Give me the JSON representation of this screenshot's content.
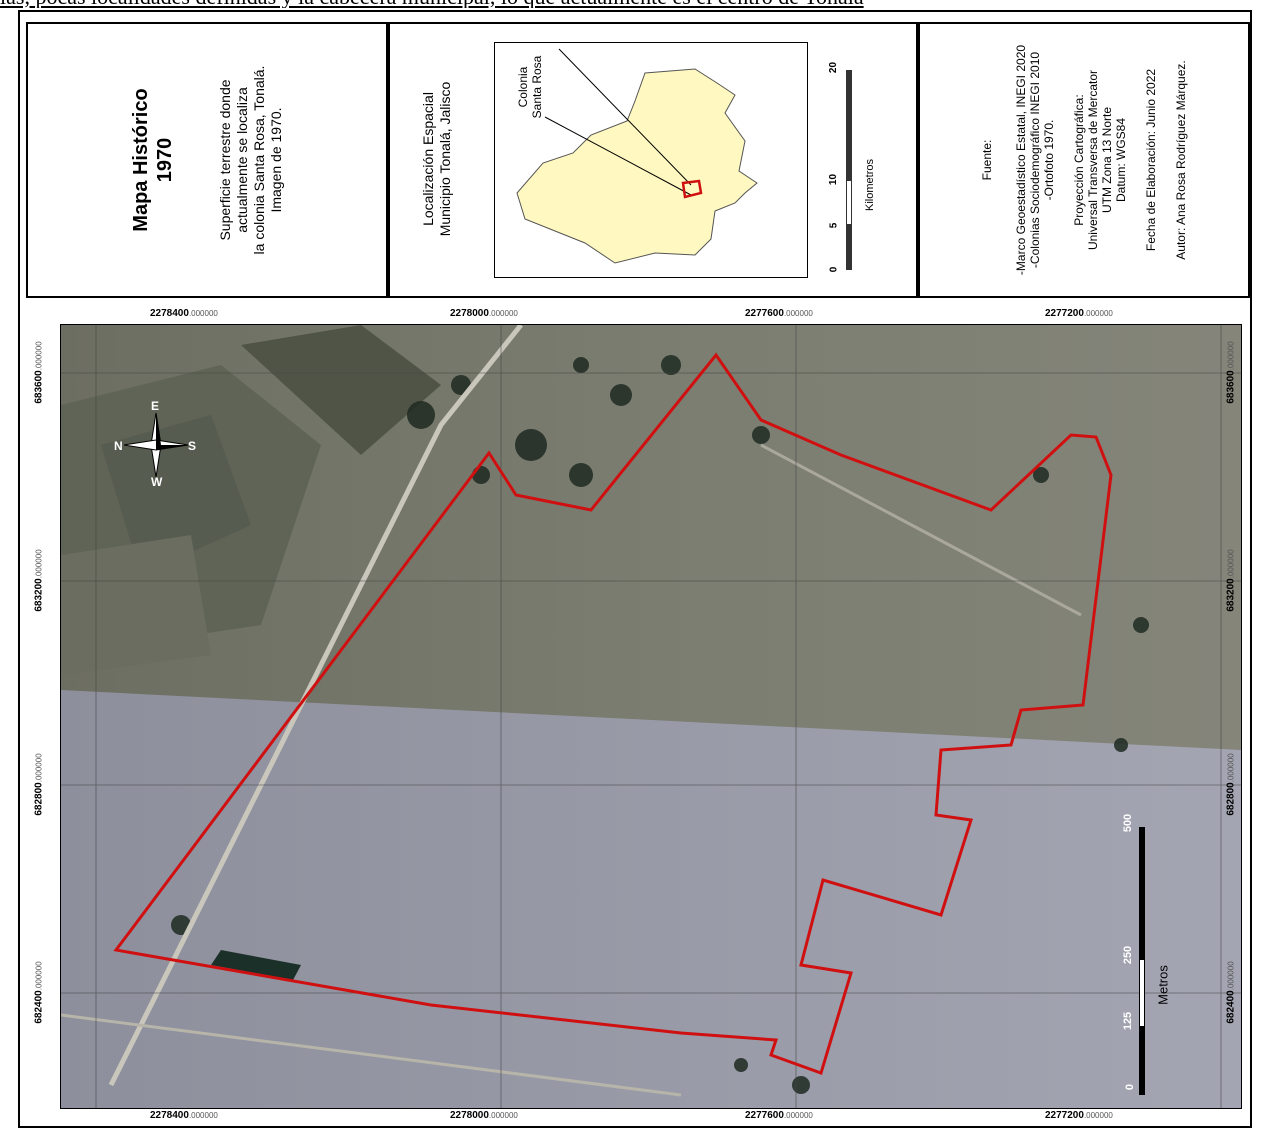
{
  "top_text": "las, pocas localidades definidas y la cabecera municipal, lo que actualmente es el centro de Tonalá",
  "title_panel": {
    "title_line1": "Mapa Histórico",
    "title_line2": "1970",
    "desc_line1": "Superficie terrestre donde",
    "desc_line2": "actualmente se localiza",
    "desc_line3": "la colonia Santa Rosa, Tonalá.",
    "desc_line4": "Imagen de 1970."
  },
  "location_panel": {
    "heading_line1": "Localización Espacial",
    "heading_line2": "Municipio Tonalá, Jalisco",
    "inset_label_line1": "Colonia",
    "inset_label_line2": "Santa Rosa",
    "scale_ticks": [
      "0",
      "5",
      "10",
      "20"
    ],
    "scale_unit": "Kilometros"
  },
  "source_panel": {
    "fuente_label": "Fuente:",
    "fuente_line1": "-Marco Geoestadístico Estatal, INEGI 2020",
    "fuente_line2": "-Colonias Sociodemográfico INEGI 2010",
    "fuente_line3": "-Ortofoto 1970.",
    "proj_line1": "Proyección Cartográfica:",
    "proj_line2": "Universal Transversa de Mercator",
    "proj_line3": "UTM Zona 13 Norte",
    "proj_line4": "Datum: WGS84",
    "date_line": "Fecha de Elaboración: Junio 2022",
    "author_line": "Autor: Ana Rosa Rodríguez Márquez."
  },
  "grid": {
    "northing_labels": [
      "2278400",
      "2278000",
      "2277600",
      "2277200"
    ],
    "easting_labels": [
      "683600",
      "683200",
      "682800",
      "682400"
    ],
    "decimal_suffix": ".000000"
  },
  "compass": {
    "n": "N",
    "e": "E",
    "s": "S",
    "w": "W"
  },
  "map_scale": {
    "ticks": [
      "0",
      "125",
      "250",
      "500"
    ],
    "unit": "Metros"
  },
  "colors": {
    "boundary": "#d01010",
    "inset_fill": "#fff8c0",
    "frame": "#000000"
  }
}
